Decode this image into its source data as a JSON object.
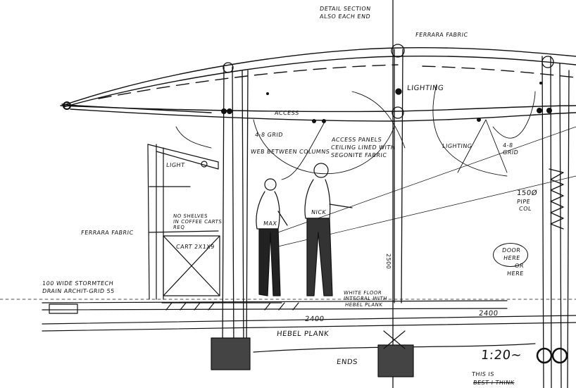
{
  "drawing": {
    "section_note": [
      "DETAIL SECTION",
      "ALSO EACH END"
    ],
    "roof_fabric": "FERRARA FABRIC",
    "lighting_top": "LIGHTING",
    "access": "ACCESS",
    "grid_left": "4-8 GRID",
    "web_note": "WEB BETWEEN COLUMNS",
    "ceiling_note": [
      "ACCESS PANELS",
      "CEILING LINED WITH",
      "SEGONITE FABRIC"
    ],
    "lighting_right": "LIGHTING",
    "grid_right": [
      "4-8",
      "GRID"
    ],
    "light": "LIGHT",
    "figure_left": "MAX",
    "figure_right": "NICK",
    "shelves_note": [
      "NO SHELVES",
      "IN COFFEE CARTS",
      "REQ"
    ],
    "wall_fabric": "FERRARA FABRIC",
    "cart": "CART 2x1x9",
    "pipe_col": [
      "150ø",
      "PIPE",
      "COL"
    ],
    "door_note": [
      "DOOR",
      "HERE",
      "OR",
      "HERE"
    ],
    "drain_note": [
      "100 WIDE STORMTECH",
      "DRAIN ARCHIT-GRID 55"
    ],
    "height_dim": "2500",
    "floor_note": [
      "WHITE FLOOR",
      "INTEGRAL WITH",
      "HEBEL PLANK"
    ],
    "span_left": "2400",
    "span_right": "2400",
    "plank": "HEBEL PLANK",
    "ends": "ENDS",
    "scale": "1:20~",
    "comment": [
      "THIS IS",
      "BEST I THINK"
    ]
  }
}
